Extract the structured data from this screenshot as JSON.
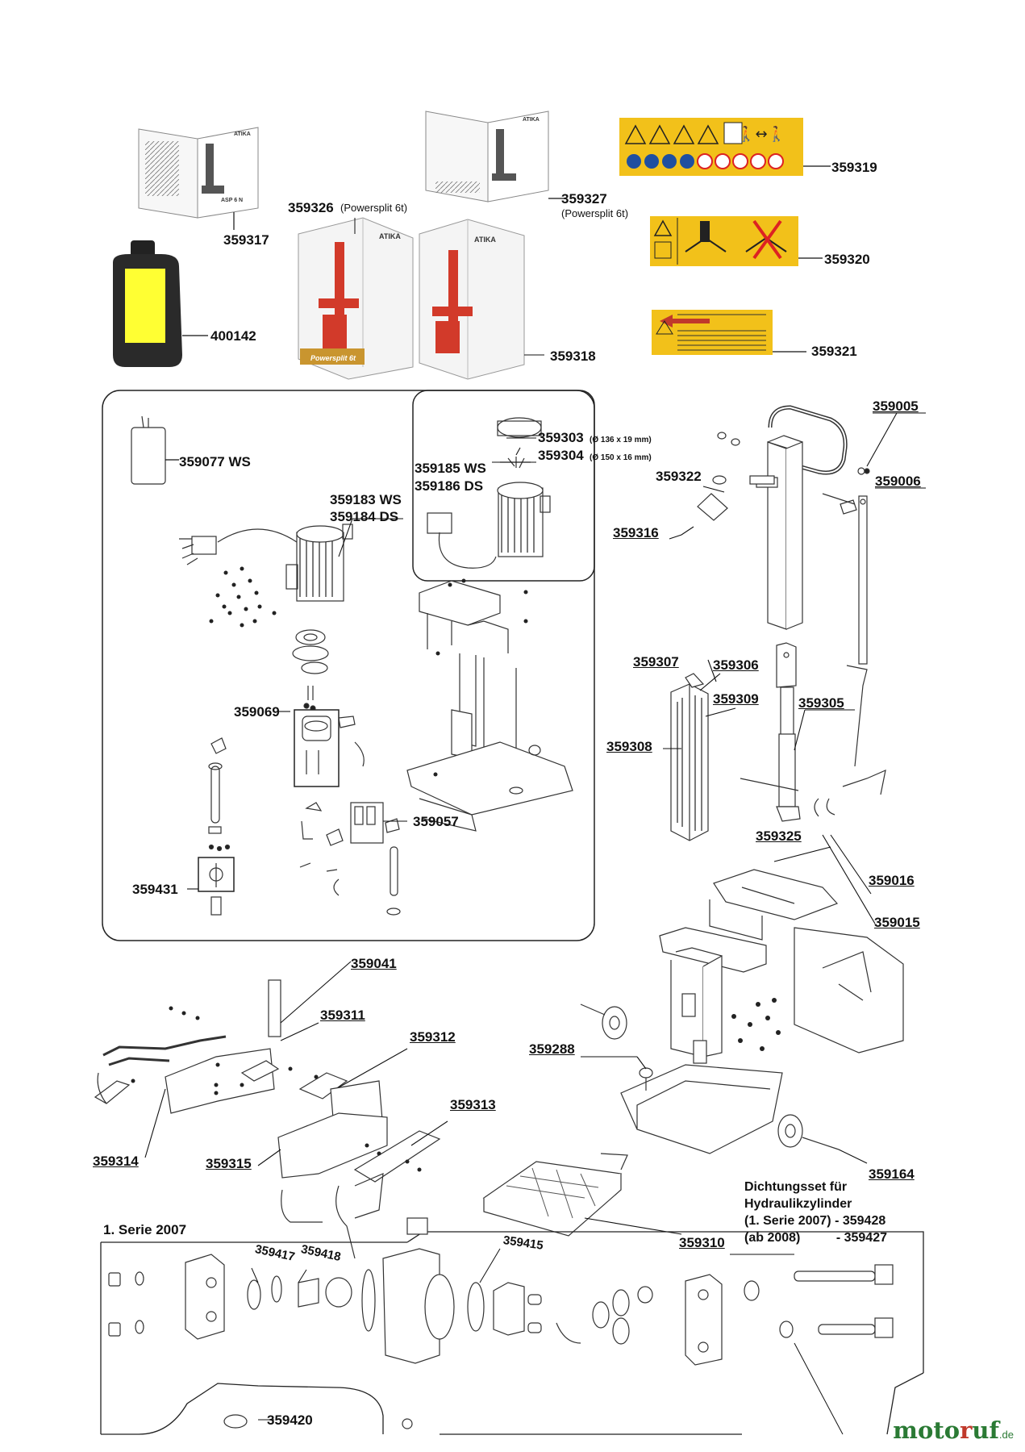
{
  "parts": {
    "p359317": "359317",
    "p359326": "359326",
    "p359326_note": "(Powersplit 6t)",
    "p359327": "359327",
    "p359327_note": "(Powersplit 6t)",
    "p359319": "359319",
    "p359320": "359320",
    "p359321": "359321",
    "p400142": "400142",
    "p359318": "359318",
    "p359077": "359077 WS",
    "p359183": "359183 WS",
    "p359184": "359184 DS",
    "p359303": "359303",
    "p359303_note": "(Ø 136 x 19 mm)",
    "p359304": "359304",
    "p359304_note": "(Ø 150 x 16 mm)",
    "p359185": "359185 WS",
    "p359186": "359186 DS",
    "p359069": "359069",
    "p359057": "359057",
    "p359431": "359431",
    "p359005": "359005",
    "p359006": "359006",
    "p359322": "359322",
    "p359316": "359316",
    "p359307": "359307",
    "p359306": "359306",
    "p359309": "359309",
    "p359305": "359305",
    "p359308": "359308",
    "p359325": "359325",
    "p359016": "359016",
    "p359015": "359015",
    "p359041": "359041",
    "p359311": "359311",
    "p359312": "359312",
    "p359313": "359313",
    "p359314": "359314",
    "p359315": "359315",
    "p359288": "359288",
    "p359164": "359164",
    "p359310": "359310",
    "p359417": "359417",
    "p359418": "359418",
    "p359415": "359415",
    "p359420": "359420"
  },
  "seal_note": {
    "line1": "Dichtungsset für",
    "line2": "Hydraulikzylinder",
    "line3": "(1. Serie 2007) - 359428",
    "line4": "(ab 2008)          - 359427"
  },
  "serie_label": "1. Serie 2007",
  "manual": {
    "brand": "ATIKA",
    "model": "ASP 6 N"
  },
  "box_print": "Powersplit 6t",
  "watermark": {
    "prefix": "moto",
    "r": "r",
    "suffix": "uf",
    "tld": ".de"
  },
  "colors": {
    "sticker_yellow": "#f2c11a",
    "bottle_label": "#ffff33",
    "splitter_red": "#d23a2a",
    "brand_green": "#2a7a34"
  }
}
